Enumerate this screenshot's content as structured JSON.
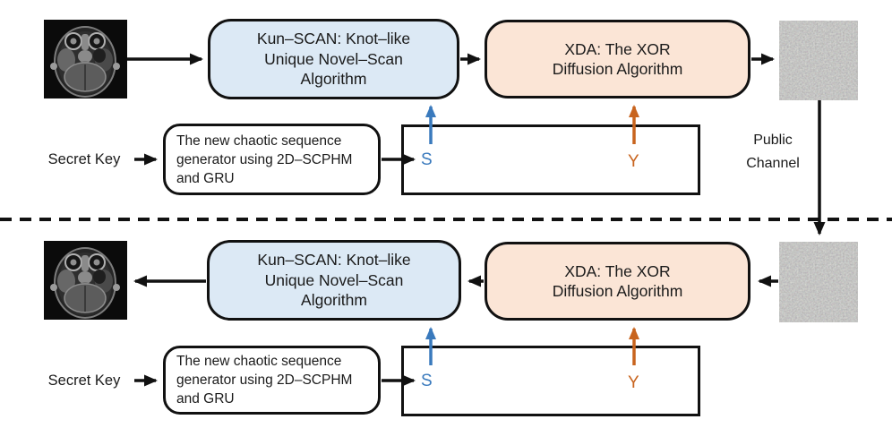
{
  "colors": {
    "scan_box_fill": "#dce9f5",
    "xda_box_fill": "#fbe5d6",
    "box_border": "#111111",
    "s_sequence_blue": "#3a7abd",
    "y_sequence_orange": "#c8641e",
    "arrow_black": "#111111"
  },
  "encryption": {
    "scan_box_label": "Kun–SCAN: Knot–like\nUnique Novel–Scan\nAlgorithm",
    "xda_box_label": "XDA: The XOR\nDiffusion Algorithm",
    "secret_key_label": "Secret Key",
    "generator_label": "The new chaotic sequence\ngenerator using 2D–SCPHM\nand GRU",
    "s_label": "S",
    "y_label": "Y",
    "public_channel_label": "Public\nChannel"
  },
  "decryption": {
    "scan_box_label": "Kun–SCAN: Knot–like\nUnique Novel–Scan\nAlgorithm",
    "xda_box_label": "XDA: The XOR\nDiffusion Algorithm",
    "secret_key_label": "Secret Key",
    "generator_label": "The new chaotic sequence\ngenerator using 2D–SCPHM\nand GRU",
    "s_label": "S",
    "y_label": "Y"
  }
}
